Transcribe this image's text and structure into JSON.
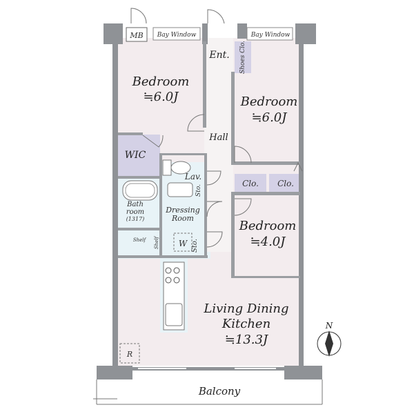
{
  "rooms": {
    "mb": "MB",
    "bay_window_left": "Bay Window",
    "bay_window_right": "Bay Window",
    "entrance": "Ent.",
    "shoes_closet": "Shoes Clo.",
    "bedroom_nw_name": "Bedroom",
    "bedroom_nw_size": "≒6.0J",
    "bedroom_ne_name": "Bedroom",
    "bedroom_ne_size": "≒6.0J",
    "hall": "Hall",
    "wic": "WIC",
    "lav": "Lav.",
    "sto_upper": "Sto.",
    "clo_left": "Clo.",
    "clo_right": "Clo.",
    "bath_line1": "Bath",
    "bath_line2": "room",
    "bath_size": "(1317)",
    "dressing_line1": "Dressing",
    "dressing_line2": "Room",
    "shelf_left": "Shelf",
    "shelf_right": "Shelf",
    "washer": "W",
    "sto_lower": "Sto.",
    "bedroom_se_name": "Bedroom",
    "bedroom_se_size": "≒4.0J",
    "ldk_line1": "Living Dining",
    "ldk_line2": "Kitchen",
    "ldk_size": "≒13.3J",
    "refrigerator": "R",
    "balcony": "Balcony",
    "compass": "N"
  },
  "colors": {
    "floor_pink": "#f3ecee",
    "floor_blue": "#e8f3f7",
    "closet_lavender": "#d4d1e6",
    "wall_gray": "#8f9296"
  }
}
